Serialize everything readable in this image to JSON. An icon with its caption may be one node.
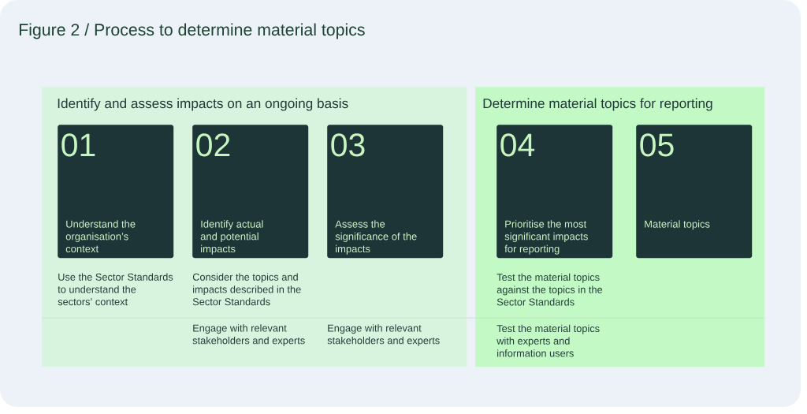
{
  "diagram": {
    "title": "Figure 2 / Process to determine material topics",
    "nodes": [
      {
        "text": [
          "Identify and assess impacts on an ongoing basis"
        ]
      },
      {
        "text": [
          "01",
          "Understand the organisation’s context"
        ],
        "in": 0
      },
      {
        "text": [
          "02",
          "Identify actual and potential impacts"
        ],
        "in": 0
      },
      {
        "text": [
          "03",
          "Assess the significance of the impacts"
        ],
        "in": 0
      },
      {
        "text": [
          "Determine material topics for reporting"
        ]
      },
      {
        "text": [
          "04",
          "Prioritise the most significant impacts for reporting"
        ],
        "in": 4
      },
      {
        "text": [
          "05",
          "Material topics"
        ],
        "in": 4
      }
    ],
    "labels": [
      "Use the Sector Standards to understand the sectors’ context",
      "Consider the topics and impacts described in the Sector Standards",
      "Test the material topics against the topics in the Sector Standards",
      "Engage with relevant stakeholders and experts",
      "Engage with relevant stakeholders and experts",
      "Test the material topics with experts and information users"
    ]
  }
}
